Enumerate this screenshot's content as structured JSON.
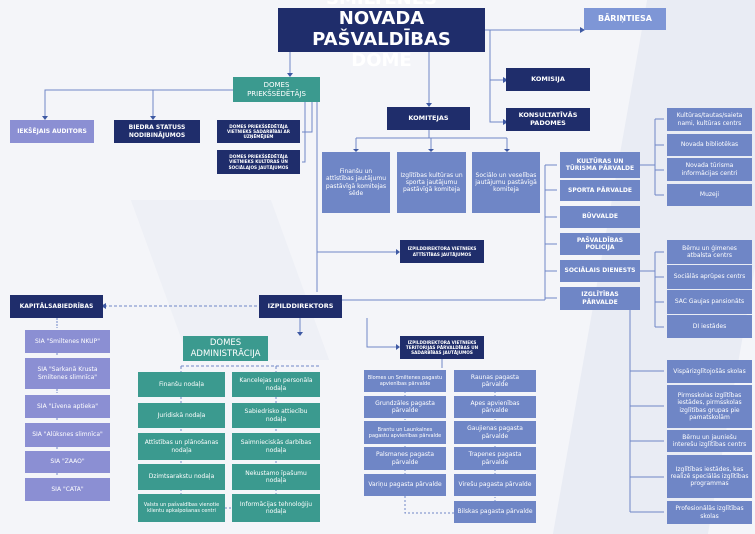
{
  "title": {
    "line1": "SMILTENES NOVADA",
    "line2": "PAŠVALDĪBAS DOME"
  },
  "barintiesa": "BĀRIŅTIESA",
  "komisija": "KOMISIJA",
  "konsultativas": "KONSULTATĪVĀS PADOMES",
  "komitejas": "KOMITEJAS",
  "priekssedetajs": "DOMES PRIEKŠSĒDĒTĀJS",
  "auditors": "IEKŠĒJAIS AUDITORS",
  "biedra": "BIEDRA STATUSS NODIBINĀJUMOS",
  "vietnieks_sadarbibai": "DOMES PRIEKŠSĒDĒTĀJA VIETNIEKS SADARBĪBAI AR UZŅĒMĒJIEM",
  "vietnieks_kulturas": "DOMES PRIEKŠSĒDĒTĀJA VIETNIEKS KULTŪRAS UN SOCIĀLAJOS JAUTĀJUMOS",
  "committees": [
    "Finanšu un attīstības jautājumu pastāvīgā komitejas sēde",
    "Izglītības kultūras un sporta jautājumu pastāvīgā komiteja",
    "Sociālo un veselības jautājumu pastāvīgā komiteja"
  ],
  "departments": [
    "KULTŪRAS UN TŪRISMA PĀRVALDE",
    "SPORTA PĀRVALDE",
    "BŪVVALDE",
    "PAŠVALDĪBAS POLICIJA",
    "SOCIĀLAIS DIENESTS",
    "IZGLĪTĪBAS PĀRVALDE"
  ],
  "culture_units": [
    "Kultūras/tautas/saieta nami, kultūras centrs",
    "Novada bibliotēkas",
    "Novada tūrisma informācijas centri",
    "Muzeji"
  ],
  "social_units": [
    "Bērnu un ģimenes atbalsta centrs",
    "Sociālās aprūpes centrs",
    "SAC Gaujas pansionāts",
    "DI iestādes"
  ],
  "education_units": [
    "Vispārizglītojošās skolas",
    "Pirmsskolas izglītības iestādes, pirmsskolas izglītības grupas pie pamatskolām",
    "Bērnu un jauniešu interešu izglītības centrs",
    "Izglītības iestādes, kas realizē speciālās izglītības programmas",
    "Profesionālās izglītības skolas"
  ],
  "vietnieks_attistibas": "IZPILDDIREKTORA VIETNIEKS ATTĪSTĪBAS JAUTĀJUMOS",
  "izpilddirektors": "IZPILDDIREKTORS",
  "kapitalsabiedribas": "KAPITĀLSABIEDRĪBAS",
  "companies": [
    "SIA \"Smiltenes NKUP\"",
    "SIA \"Sarkanā Krusta Smiltenes slimnīca\"",
    "SIA \"Līvena aptieka\"",
    "SIA \"Alūksnes slimnīca\"",
    "SIA \"ZAAO\"",
    "SIA \"CATA\""
  ],
  "administracija": "DOMES ADMINISTRĀCIJA",
  "admin_left": [
    "Finanšu nodaļa",
    "Juridiskā nodaļa",
    "Attīstības un plānošanas nodaļa",
    "Dzimtsarakstu nodaļa",
    "Valsts un pašvaldības vienotie klientu apkalpošanas centri"
  ],
  "admin_right": [
    "Kancelejas un personāla nodaļa",
    "Sabiedrisko attiecību nodaļa",
    "Saimnieciskās darbības nodaļa",
    "Nekustamo īpašumu nodaļa",
    "Informācijas tehnoloģiju nodaļa"
  ],
  "vietnieks_teritorijas": "IZPILDDIREKTORA VIETNIEKS TERITORIJAS PĀRVALDĪBAS UN SADARBĪBAS JAUTĀJUMOS",
  "parishes_left": [
    "Blomes un Smiltenes pagastu apvienības pārvalde",
    "Grundzāles pagasta pārvalde",
    "Brantu un Launkalnes pagastu apvienības pārvalde",
    "Palsmanes pagasta pārvalde",
    "Variņu pagasta pārvalde"
  ],
  "parishes_right": [
    "Raunas pagasta pārvalde",
    "Apes apvienības pārvalde",
    "Gaujienas pagasta pārvalde",
    "Trapenes pagasta pārvalde",
    "Virešu pagasta pārvalde",
    "Bilskas pagasta pārvalde"
  ],
  "colors": {
    "navy": "#1f2d6b",
    "teal": "#3b9a8f",
    "blue": "#6f86c6",
    "lavender": "#8b8fd3"
  }
}
